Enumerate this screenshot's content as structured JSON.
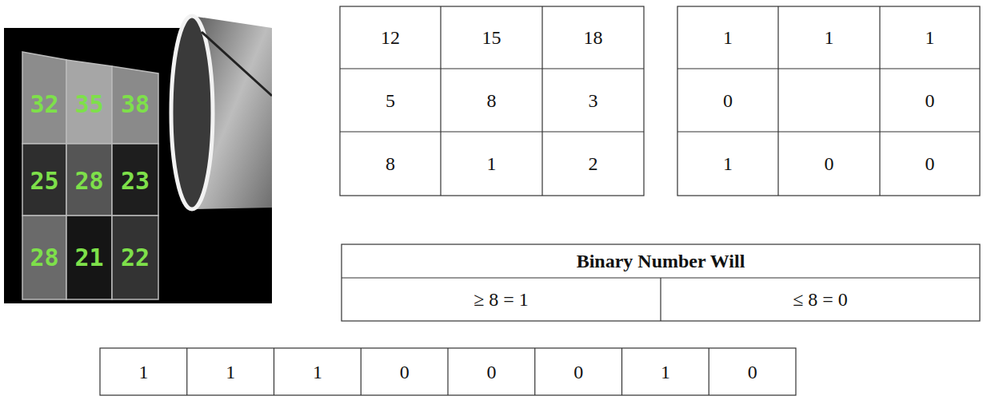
{
  "diagram": {
    "labels": [
      "32",
      "35",
      "38",
      "25",
      "28",
      "23",
      "28",
      "21",
      "22",
      "12",
      "15",
      "18",
      "5",
      "8",
      "3",
      "8",
      "1",
      "2",
      "1",
      "1",
      "1",
      "0",
      "0",
      "1",
      "0",
      "0",
      "Binary Number Will",
      "≥ 8 = 1",
      "≤ 8 = 0",
      "1",
      "1",
      "1",
      "0",
      "0",
      "0",
      "1",
      "0"
    ]
  }
}
